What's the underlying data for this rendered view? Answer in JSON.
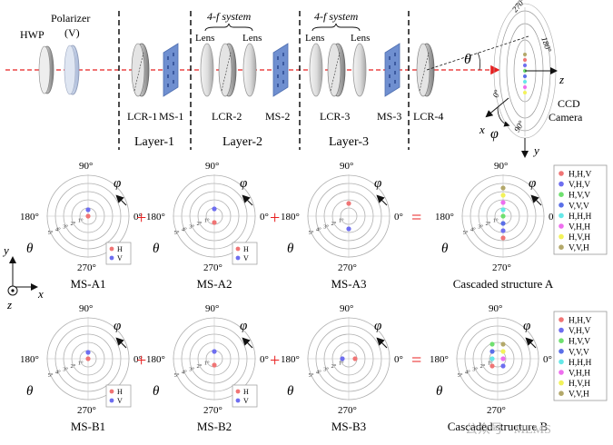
{
  "setup": {
    "labels": {
      "hwp": "HWP",
      "polarizer": "Polarizer",
      "polarizer_v": "(V)",
      "foursys_1": "4-f system",
      "foursys_2": "4-f system",
      "lens_a": "Lens",
      "lens_b": "Lens",
      "lens_c": "Lens",
      "lens_d": "Lens",
      "lcr1": "LCR-1",
      "ms1": "MS-1",
      "lcr2": "LCR-2",
      "ms2": "MS-2",
      "lcr3": "LCR-3",
      "ms3": "MS-3",
      "lcr4": "LCR-4",
      "layer1": "Layer-1",
      "layer2": "Layer-2",
      "layer3": "Layer-3",
      "theta": "θ",
      "z": "z",
      "x": "x",
      "y": "y",
      "phi": "φ",
      "ccd": "CCD",
      "camera": "Camera",
      "ang0": "0°",
      "ang90": "90°",
      "ang180": "180°",
      "ang270": "270°"
    }
  },
  "polar": {
    "ang_top": "90°",
    "ang_left": "180°",
    "ang_right": "0°",
    "ang_bottom": "270°",
    "phi": "φ",
    "theta": "θ",
    "radial_ticks": [
      "1°",
      "2°",
      "3°",
      "4°",
      "5°"
    ]
  },
  "plots": [
    {
      "id": "a1",
      "caption": "MS-A1",
      "legend": [
        {
          "label": "H",
          "color": "#f07575"
        },
        {
          "label": "V",
          "color": "#6e6ef0"
        }
      ]
    },
    {
      "id": "a2",
      "caption": "MS-A2",
      "legend": [
        {
          "label": "H",
          "color": "#f07575"
        },
        {
          "label": "V",
          "color": "#6e6ef0"
        }
      ]
    },
    {
      "id": "a3",
      "caption": "MS-A3"
    },
    {
      "id": "ac",
      "caption": "Cascaded structure A"
    },
    {
      "id": "b1",
      "caption": "MS-B1",
      "legend": [
        {
          "label": "H",
          "color": "#f07575"
        },
        {
          "label": "V",
          "color": "#6e6ef0"
        }
      ]
    },
    {
      "id": "b2",
      "caption": "MS-B2",
      "legend": [
        {
          "label": "H",
          "color": "#f07575"
        },
        {
          "label": "V",
          "color": "#6e6ef0"
        }
      ]
    },
    {
      "id": "b3",
      "caption": "MS-B3"
    },
    {
      "id": "bc",
      "caption": "Cascaded structure B"
    }
  ],
  "operators": {
    "plus": "+",
    "equals": "="
  },
  "cascade_legend": [
    {
      "label": "H,H,V",
      "color": "#f07575"
    },
    {
      "label": "V,H,V",
      "color": "#6e6ef0"
    },
    {
      "label": "H,V,V",
      "color": "#6fe06f"
    },
    {
      "label": "V,V,V",
      "color": "#5a6fe8"
    },
    {
      "label": "H,H,H",
      "color": "#66e8e8"
    },
    {
      "label": "V,H,H",
      "color": "#ee6eee"
    },
    {
      "label": "H,V,H",
      "color": "#f2f25a"
    },
    {
      "label": "V,V,H",
      "color": "#b3a86a"
    }
  ],
  "axes_indicator": {
    "y": "y",
    "x": "x",
    "z": "z"
  },
  "watermark": "公众号 · MEMS",
  "colors": {
    "beam": "#e82020",
    "metasurface": "#6f8fd0",
    "operator": "#e82020"
  }
}
